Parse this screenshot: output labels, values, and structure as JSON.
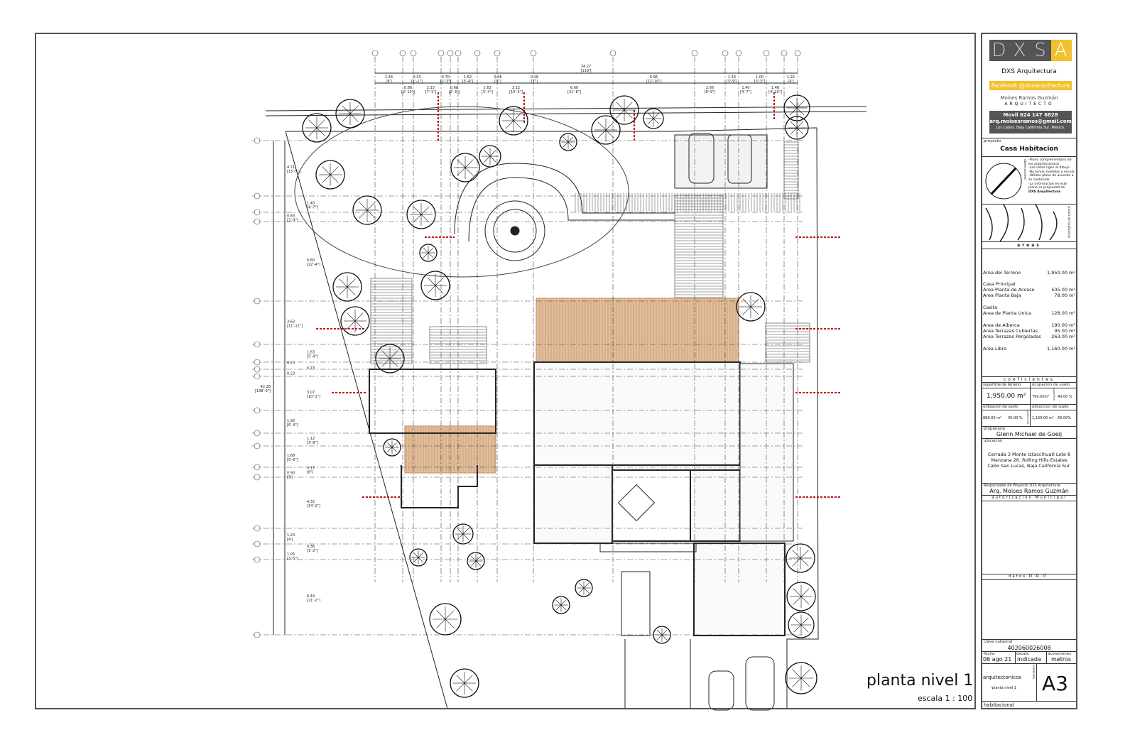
{
  "drawing": {
    "title": "planta nivel 1",
    "scale": "escala 1 : 100",
    "top_dimensions": {
      "total": "34.27",
      "total_imperial": "[119']",
      "segments": [
        [
          "2.44",
          "[8']"
        ],
        [
          "0.86",
          "[2'-10\"]"
        ],
        [
          "0.33",
          "[1'-1\"]"
        ],
        [
          "2.15",
          "[7'-1\"]"
        ],
        [
          "0.70",
          "[2'-3\"]"
        ],
        [
          "0.68",
          "[2'-3\"]"
        ],
        [
          "1.62",
          "[5'-4\"]"
        ],
        [
          "1.63",
          "[5'-4\"]"
        ],
        [
          "0.08",
          "[3\"]"
        ],
        [
          "3.12",
          "[10'-3\"]"
        ],
        [
          "0.18",
          "[7\"]"
        ],
        [
          "6.60",
          "[21'-8\"]"
        ],
        [
          "6.96",
          "[22'-10\"]"
        ],
        [
          "2.66",
          "[8'-9\"]"
        ],
        [
          "1.16",
          "[3'-9\"]"
        ],
        [
          "1.40",
          "[4'-7\"]"
        ],
        [
          "1.00",
          "[3'-3\"]"
        ],
        [
          "1.48",
          "[4'-10\"]"
        ],
        [
          "1.22",
          "[4']"
        ]
      ]
    },
    "left_dimensions": {
      "total": "42.28",
      "total_imperial": "[138'-9\"]",
      "segments": [
        [
          "4.71",
          "[15'-5\"]"
        ],
        [
          "1.40",
          "[4'-7\"]"
        ],
        [
          "0.83",
          "[2'-9\"]"
        ],
        [
          "6.80",
          "[22'-4\"]"
        ],
        [
          "3.63",
          "[11'-11\"]"
        ],
        [
          "1.63",
          "[5'-4\"]"
        ],
        [
          "0.23",
          ""
        ],
        [
          "0.73",
          ""
        ],
        [
          "0.23",
          ""
        ],
        [
          "3.07",
          "[10'-1\"]"
        ],
        [
          "1.92",
          "[6'-4\"]"
        ],
        [
          "1.12",
          "[3'-8\"]"
        ],
        [
          "1.68",
          "[5'-6\"]"
        ],
        [
          "0.17",
          "[6\"]"
        ],
        [
          "0.90",
          "[3']"
        ],
        [
          "4.32",
          "[14'-2\"]"
        ],
        [
          "1.23",
          "[4']"
        ],
        [
          "0.36",
          "[1'-2\"]"
        ],
        [
          "1.05",
          "[3'-5\"]"
        ],
        [
          "6.44",
          "[21'-2\"]"
        ]
      ]
    }
  },
  "title_block": {
    "logo_text": "DXS",
    "firm": "DXS Arquitectura",
    "facebook": "facebook @dxsarquitectura",
    "architect": "Moises Ramos Guzmán",
    "architect_title": "ARQUITECTO",
    "phone": "Movil 624 147 6828",
    "email": "arq.moisesramos@gmail.com",
    "location": "Los Cabos, Baja California Sur, Mexico.",
    "project_label": "proyecto",
    "project": "Casa Habitacion",
    "notes_label": "observaciones",
    "notes": [
      "-Plano complementario de los arquitectonicos",
      "-Las cotas rigen al dibujo",
      "-No tomar medidas a escala",
      "-Utilizar plano de acuerdo a su contenido",
      "-La informacion en este plano es propiedad de",
      "DXS Arquitectura"
    ],
    "location_map_label": "croquis de localizacion",
    "areas_label": "areas",
    "areas": [
      {
        "label": "Area del Terreno",
        "value": "1,950.00 m²"
      },
      {
        "label": "Casa Principal",
        "value": ""
      },
      {
        "label": "Area Planta de Acceso",
        "value": "505.00 m²"
      },
      {
        "label": "Area Planta Baja",
        "value": "78.00 m²"
      },
      {
        "label": "Casita",
        "value": ""
      },
      {
        "label": "Area de Planta Unica",
        "value": "128.00 m²"
      },
      {
        "label": "Area de Alberca",
        "value": "190.00 m²"
      },
      {
        "label": "Area Terrazas Cubiertas",
        "value": "95.00 m²"
      },
      {
        "label": "Area Terrazas Pergoladas",
        "value": "263.00 m²"
      },
      {
        "label": "Area Libre",
        "value": "1,160.00 m²"
      }
    ],
    "coef_label": "coeficientes",
    "coef": {
      "sup_label": "superficie de terreno",
      "sup_value": "1,950.00 m²",
      "ocup_label": "ocupacion de suelo",
      "ocup_area": "790.00m²",
      "ocup_pct": "40.00 %",
      "util_label": "utilizacion de suelo",
      "util_area": "868.00 m²",
      "util_pct": "45.00 %",
      "abs_label": "absorcion de suelo",
      "abs_area": "1,160.00 m²",
      "abs_pct": "60.00%",
      "side_sup": "superficie",
      "side_coef": "coeficiente"
    },
    "owner_label": "propietario",
    "owner": "Glenn Michael de Goeij",
    "address_label": "ubicacion",
    "address": [
      "Cerrada 3 Monte Iztaccihuatl Lote 8",
      "Manzana 26, Rolling Hills Estates",
      "Cabo San Lucas, Baja California Sur."
    ],
    "responsible_label": "Responsable de Proyecto DXS Arquitectura",
    "responsible": "Arq. Moises Ramos Guzmán",
    "municipal_label": "autorizacion Municipal",
    "dro_label": "datos D.R.O.",
    "cadastral_label": "clave catastral",
    "cadastral": "402060026008",
    "date_label": "fecha",
    "date": "06 ago 21",
    "scale_label": "escala",
    "scale": "indicada",
    "units_label": "acotaciones",
    "units": "metros",
    "content_label": "contenido",
    "content": "arquitectonicos",
    "content_sub": "-planta nivel 1",
    "sheet": "A3",
    "type": "habitacional"
  },
  "colors": {
    "accent": "#f2c12e",
    "dark": "#555555",
    "wood": "#c8884e",
    "section": "#c0141c"
  }
}
